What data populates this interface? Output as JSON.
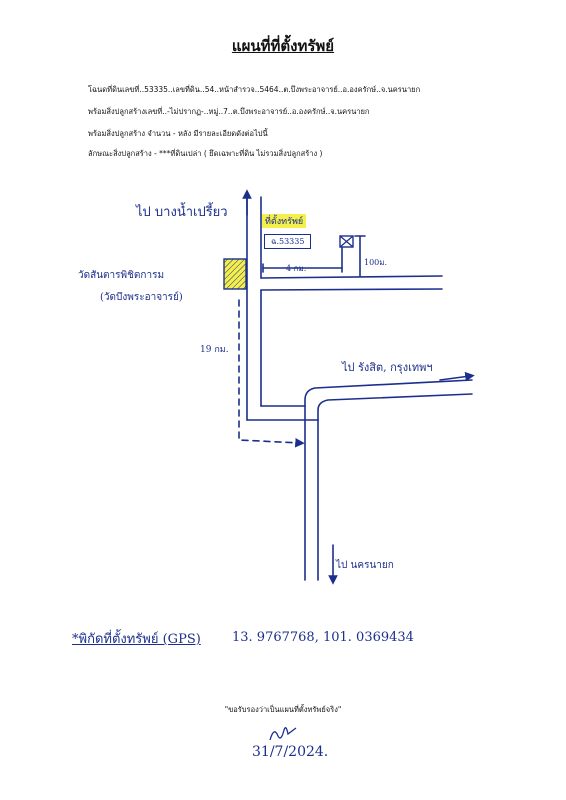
{
  "document": {
    "title": "แผนที่ที่ตั้งทรัพย์",
    "info_lines": [
      "โฉนดที่ดินเลขที่..53335..เลขที่ดิน..54..หน้าสำรวจ..5464..ต.บึงพระอาจารย์..อ.องครักษ์..จ.นครนายก",
      "พร้อมสิ่งปลูกสร้างเลขที่..-ไม่ปรากฏ-..หมู่..7..ต.บึงพระอาจารย์..อ.องครักษ์..จ.นครนายก",
      "พร้อมสิ่งปลูกสร้าง  จำนวน  -  หลัง  มีรายละเอียดดังต่อไปนี้",
      "ลักษณะสิ่งปลูกสร้าง  -  ***ที่ดินเปล่า ( ยึดเฉพาะที่ดิน ไม่รวมสิ่งปลูกสร้าง )"
    ]
  },
  "map": {
    "labels": {
      "to_north": "ไป บางน้ำเปรี้ยว",
      "property": "ที่ตั้งทรัพย์",
      "deed_box": "ฉ.53335",
      "distance_4km": "4 กม.",
      "distance_100m": "100ม.",
      "temple_name": "วัดสันตารพิชิตการม",
      "temple_alias": "(วัดบึงพระอาจารย์)",
      "distance_19km": "19 กม.",
      "to_east": "ไป รังสิต, กรุงเทพฯ",
      "to_south": "ไป นครนายก"
    }
  },
  "gps": {
    "label": "*พิกัดที่ตั้งทรัพย์ (GPS)",
    "coordinates": "13. 9767768, 101. 0369434"
  },
  "certification": {
    "note": "\"ขอรับรองว่าเป็นแผนที่ตั้งทรัพย์จริง\"",
    "date": "31/7/2024."
  },
  "colors": {
    "ink": "#1c2f8c",
    "highlight": "#f5ef4b",
    "text": "#111111"
  }
}
